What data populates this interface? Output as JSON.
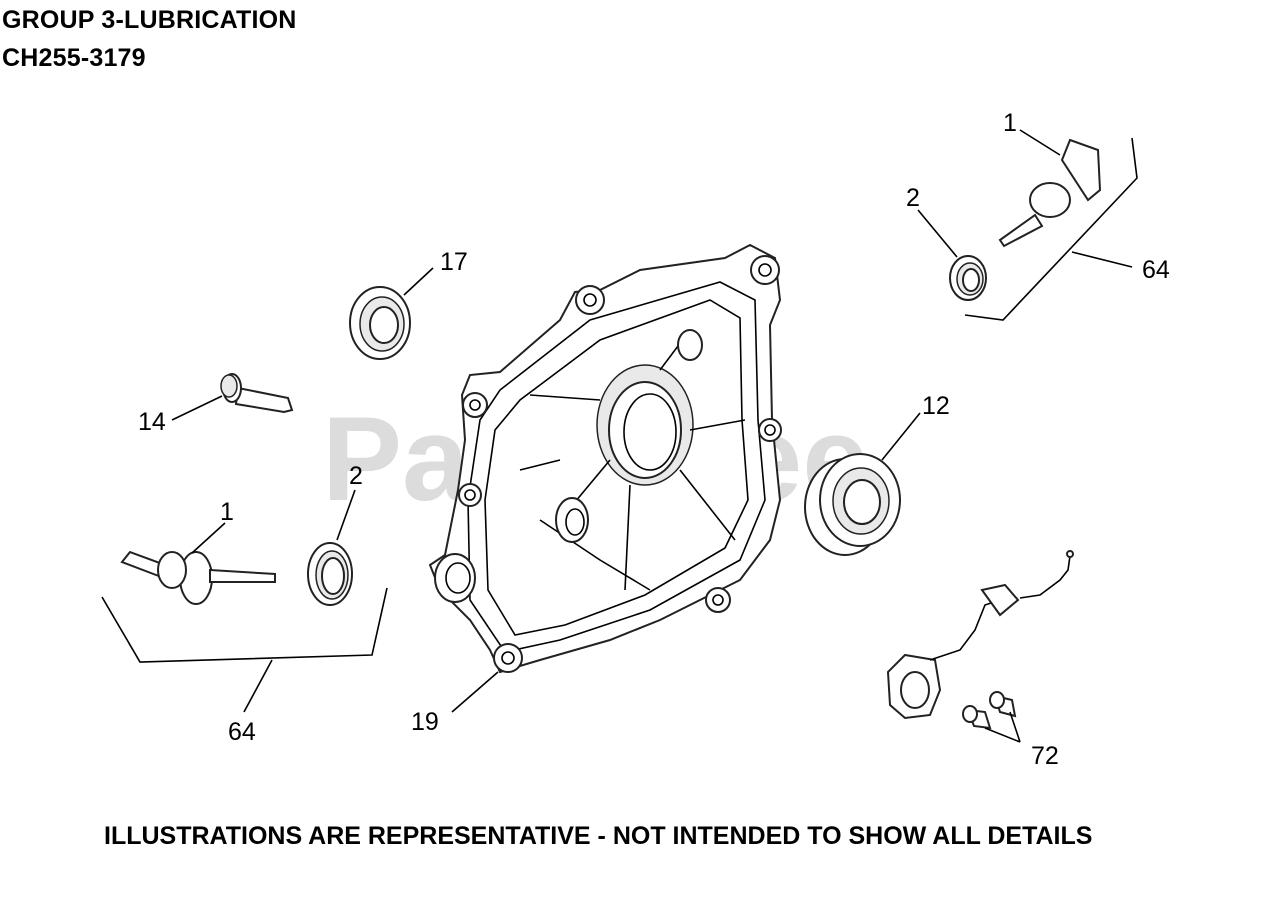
{
  "header": {
    "title_line1": "GROUP 3-LUBRICATION",
    "title_line2": "CH255-3179"
  },
  "watermark": "PartsTree",
  "callouts": {
    "c1_top": "1",
    "c2_top": "2",
    "c64_right": "64",
    "c17": "17",
    "c14": "14",
    "c12": "12",
    "c2_left": "2",
    "c1_left": "1",
    "c64_left": "64",
    "c19": "19",
    "c72": "72"
  },
  "footer": "ILLUSTRATIONS ARE REPRESENTATIVE - NOT INTENDED TO SHOW ALL DETAILS"
}
